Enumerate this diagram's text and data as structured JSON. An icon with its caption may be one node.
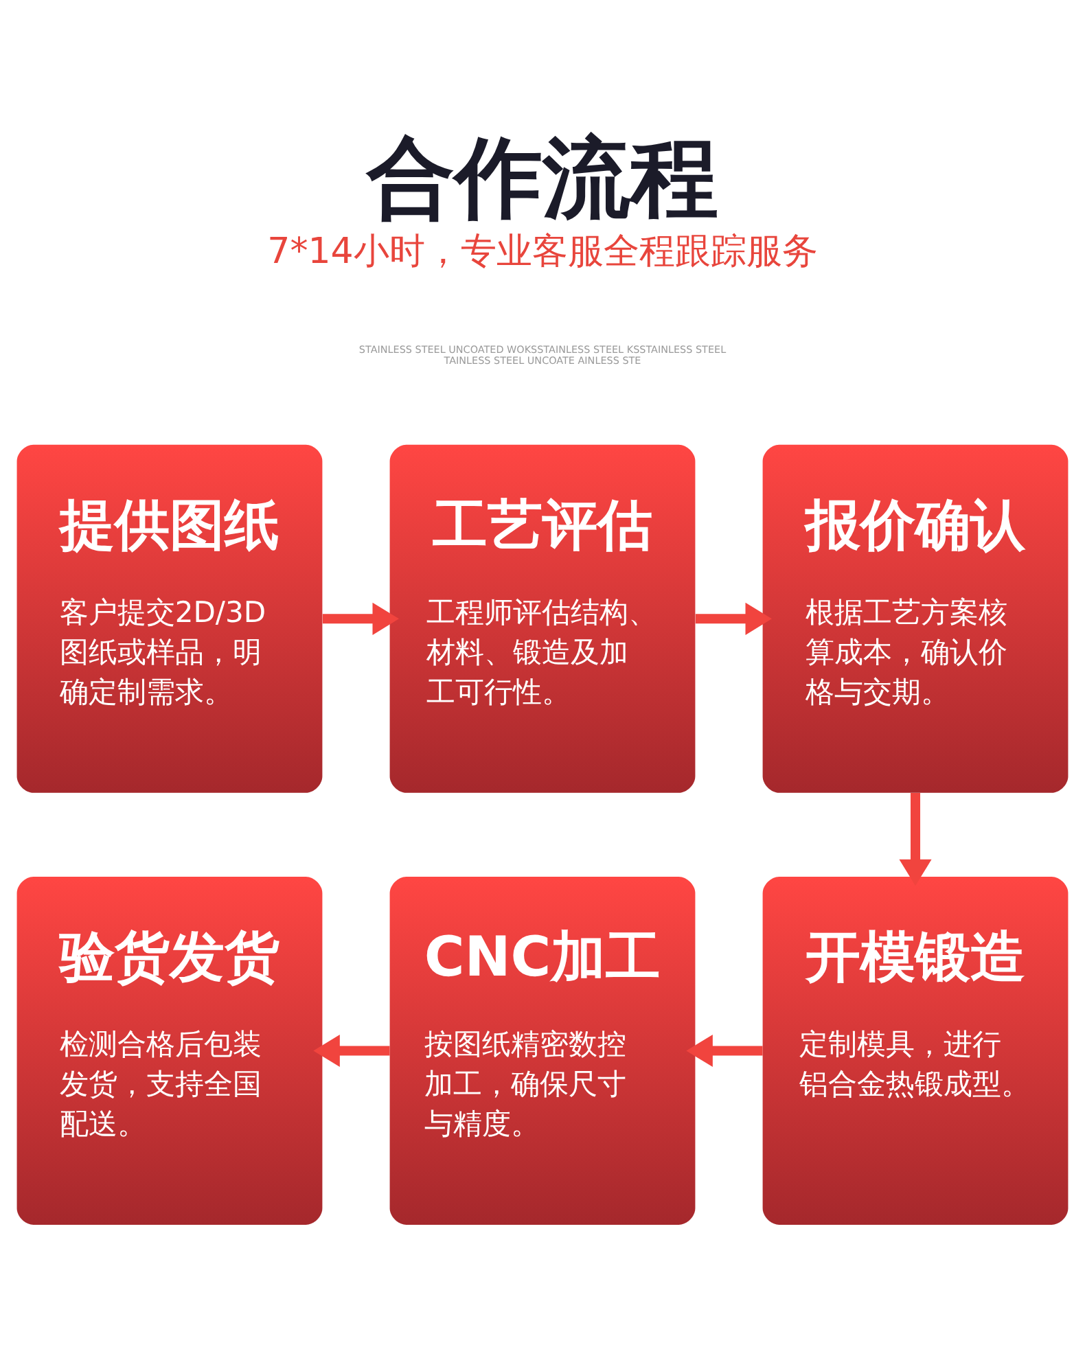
{
  "diagram": {
    "title": "合作流程",
    "nodes": [
      {
        "text": [
          "提供图纸",
          "客户提交2D/3D图纸或样品，明确定制需求。"
        ]
      },
      {
        "text": [
          "工艺评估",
          "工程师评估结构、材料、锻造及加工可行性。"
        ]
      },
      {
        "text": [
          "报价确认",
          "根据工艺方案核算成本，确认价格与交期。"
        ]
      },
      {
        "text": [
          "开模锻造",
          "定制模具，进行铝合金热锻成型。"
        ]
      },
      {
        "text": [
          "CNC加工",
          "按图纸精密数控加工，确保尺寸与精度。"
        ]
      },
      {
        "text": [
          "验货发货",
          "检测合格后包装发货，支持全国配送。"
        ]
      }
    ],
    "edges": [
      {
        "from": 0,
        "to": 1,
        "arrow": "to"
      },
      {
        "from": 1,
        "to": 2,
        "arrow": "to"
      },
      {
        "from": 2,
        "to": 3,
        "arrow": "to"
      },
      {
        "from": 3,
        "to": 4,
        "arrow": "to"
      },
      {
        "from": 4,
        "to": 5,
        "arrow": "to"
      }
    ],
    "labels": [
      "7*14小时，专业客服全程跟踪服务",
      "STAINLESS STEEL UNCOATED WOKSSTAINLESS STEEL KSSTAINLESS STEEL TAINLESS STEEL UNCOATE AINLESS STE"
    ]
  }
}
